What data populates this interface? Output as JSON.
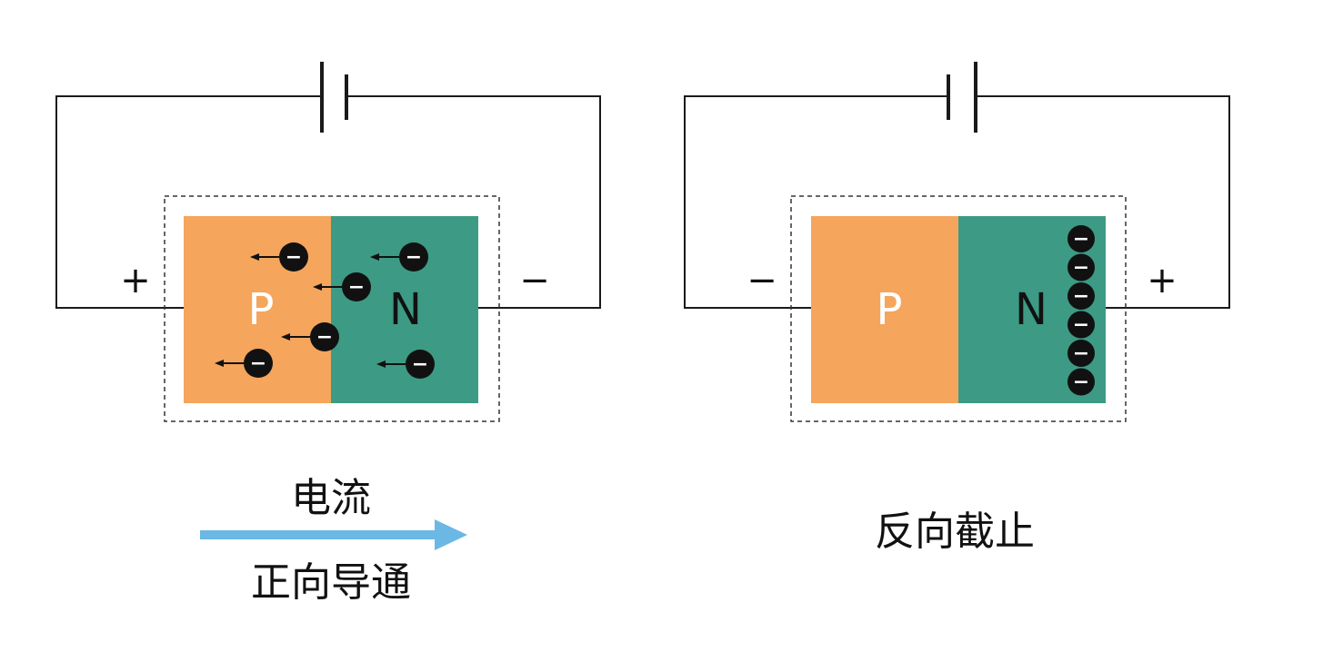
{
  "forward": {
    "p_label": "P",
    "n_label": "N",
    "left_sign": "+",
    "right_sign": "−",
    "current_label": "电流",
    "caption": "正向导通",
    "electron_symbol": "−",
    "electron_count": 6
  },
  "reverse": {
    "p_label": "P",
    "n_label": "N",
    "left_sign": "−",
    "right_sign": "+",
    "caption": "反向截止",
    "electron_symbol": "−",
    "electron_count": 6
  },
  "colors": {
    "p_region": "#F5A55C",
    "n_region": "#3D9A84",
    "arrow": "#6BB8E4",
    "wire": "#1a1a1a",
    "region_text": "#ffffff",
    "n_text": "#111111"
  }
}
